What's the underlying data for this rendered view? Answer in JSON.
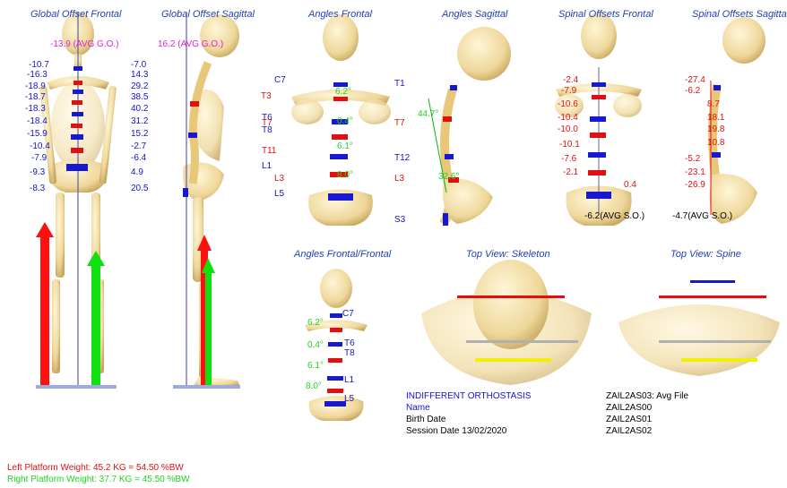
{
  "panels": {
    "global_offset_frontal": {
      "title": "Global Offset Frontal",
      "avg": "-13.9 (AVG G.O.)",
      "values": [
        "-10.7",
        "-16.3",
        "-18.9",
        "-18.7",
        "-18.3",
        "-18.4",
        "-15.9",
        "-10.4",
        "-7.9",
        "-9.3",
        "-8.3"
      ]
    },
    "global_offset_sagittal": {
      "title": "Global Offset Sagittal",
      "avg": "16.2 (AVG G.O.)",
      "values": [
        "-7.0",
        "14.3",
        "29.2",
        "38.5",
        "40.2",
        "31.2",
        "15.2",
        "-2.7",
        "-6.4",
        "4.9",
        "20.5"
      ]
    },
    "angles_frontal": {
      "title": "Angles Frontal",
      "left_labels": [
        "C7",
        "T3",
        "T6",
        "T7",
        "T8",
        "T11",
        "L1",
        "L3",
        "L5"
      ],
      "angles": [
        "6.2°",
        "0.4°",
        "6.1°",
        "8.0°"
      ]
    },
    "angles_sagittal": {
      "title": "Angles Sagittal",
      "right_labels": [
        "T1",
        "T7",
        "T12",
        "L3",
        "S3"
      ],
      "angles": [
        "44.7°",
        "32.6°"
      ]
    },
    "spinal_offsets_frontal": {
      "title": "Spinal Offsets Frontal",
      "avg": "-6.2(AVG S.O.)",
      "values": [
        "-2.4",
        "-7.9",
        "-10.6",
        "-10.4",
        "-10.0",
        "-10.1",
        "-7.6",
        "-2.1",
        "0.4"
      ]
    },
    "spinal_offsets_sagittal": {
      "title": "Spinal Offsets Sagittal",
      "avg": "-4.7(AVG S.O.)",
      "values": [
        "-27.4",
        "-6.2",
        "8.7",
        "18.1",
        "19.8",
        "10.8",
        "-5.2",
        "-23.1",
        "-26.9"
      ]
    },
    "angles_frontal_frontal": {
      "title": "Angles Frontal/Frontal",
      "labels": [
        "C7",
        "T6",
        "T8",
        "L1",
        "L5"
      ],
      "angles": [
        "6.2°",
        "0.4°",
        "6.1°",
        "8.0°"
      ]
    },
    "top_view_skeleton": {
      "title": "Top View: Skeleton"
    },
    "top_view_spine": {
      "title": "Top View: Spine"
    }
  },
  "session": {
    "heading": "INDIFFERENT ORTHOSTASIS",
    "name_label": "Name",
    "birth_label": "Birth Date",
    "session_label": "Session Date  13/02/2020",
    "files": [
      "ZAIL2AS03: Avg File",
      "ZAIL2AS00",
      "ZAIL2AS01",
      "ZAIL2AS02"
    ]
  },
  "footer": {
    "left_weight": "Left Platform Weight: 45.2 KG = 54.50 %BW",
    "right_weight": "Right Platform Weight: 37.7 KG = 45.50 %BW"
  },
  "colors": {
    "blue": "#1414c8",
    "red": "#e01010",
    "green": "#1fd41f",
    "magenta": "#e020e0",
    "bone": "#f0dca0",
    "title": "#1f3fb8"
  }
}
